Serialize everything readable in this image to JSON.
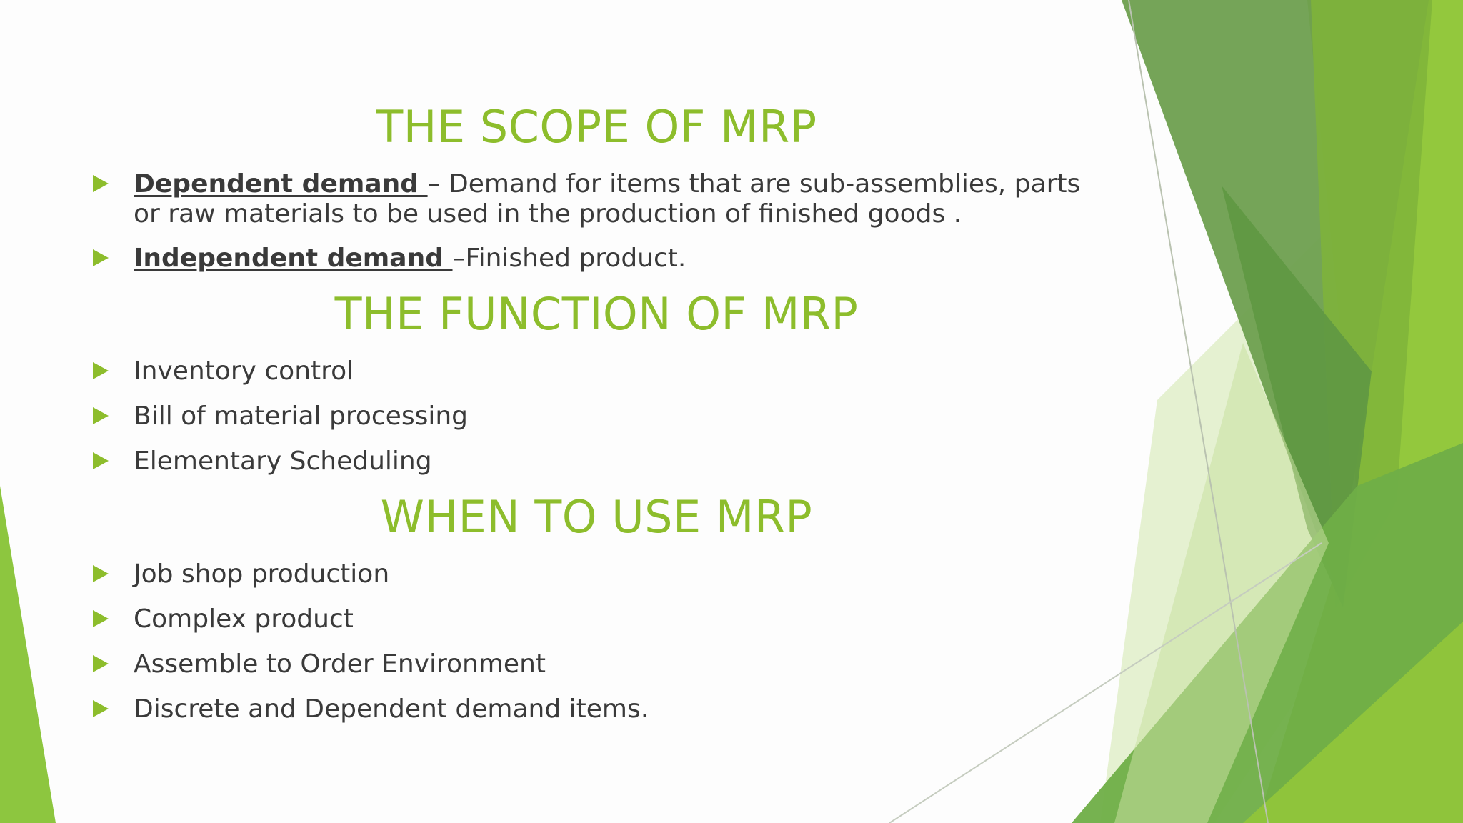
{
  "slide": {
    "sections": [
      {
        "heading": "THE SCOPE OF MRP",
        "items": [
          {
            "term": "Dependent demand ",
            "text": "– Demand for items that are sub-assemblies, parts or raw materials to be used in the production of finished goods ."
          },
          {
            "term": "Independent demand ",
            "text": "–Finished product."
          }
        ]
      },
      {
        "heading": "THE FUNCTION OF MRP",
        "items": [
          {
            "text": "Inventory control"
          },
          {
            "text": "Bill of material processing"
          },
          {
            "text": "Elementary Scheduling"
          }
        ]
      },
      {
        "heading": "WHEN TO USE MRP",
        "items": [
          {
            "text": "Job shop production"
          },
          {
            "text": "Complex product"
          },
          {
            "text": "Assemble to Order Environment"
          },
          {
            "text": "Discrete and Dependent demand items."
          }
        ]
      }
    ]
  },
  "colors": {
    "heading": "#8dbd2c",
    "body_text": "#3a3a3a",
    "bullet": "#8dbd2c",
    "accent_dark": "#5e9a3a",
    "accent_light": "#d6e8b4"
  },
  "icons": {
    "bullet": "triangle-right-icon"
  }
}
